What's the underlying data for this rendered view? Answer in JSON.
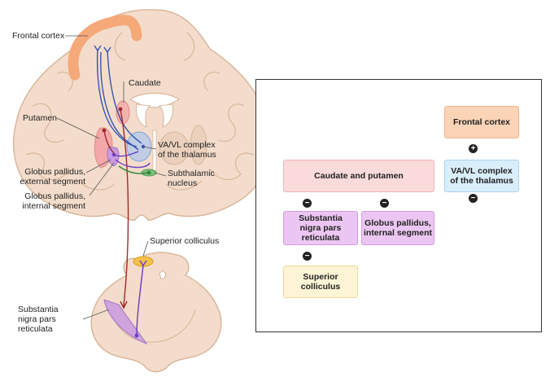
{
  "illustration": {
    "labels": {
      "frontal_cortex": "Frontal cortex",
      "caudate": "Caudate",
      "putamen": "Putamen",
      "va_vl_line1": "VA/VL complex",
      "va_vl_line2": "of the thalamus",
      "gp_ext_line1": "Globus pallidus,",
      "gp_ext_line2": "external segment",
      "subthalamic_line1": "Subthalamic",
      "subthalamic_line2": "nucleus",
      "gp_int_line1": "Globus pallidus,",
      "gp_int_line2": "internal segment",
      "superior_colliculus": "Superior colliculus",
      "snr_line1": "Substantia",
      "snr_line2": "nigra pars",
      "snr_line3": "reticulata"
    },
    "colors": {
      "brain_fill": "#f3dccb",
      "brain_stroke": "#d9b79c",
      "cortex": "#f5a878",
      "thalamus": "#aac6ee",
      "striatum": "#f2a8a8",
      "pallidus": "#c89ae0",
      "subthalamic": "#7fc07f",
      "colliculus": "#f4c04a",
      "snr": "#c89ae0",
      "blue_path": "#3454b4",
      "red_path": "#a12a2a",
      "purple_path": "#6a3cc0",
      "green_path": "#2f8a3a"
    }
  },
  "flowchart": {
    "boxes": {
      "frontal_cortex": "Frontal cortex",
      "caudate_putamen": "Caudate and putamen",
      "va_vl_line1": "VA/VL complex",
      "va_vl_line2": "of the thalamus",
      "snr_line1": "Substantia",
      "snr_line2": "nigra pars",
      "snr_line3": "reticulata",
      "gpi_line1": "Globus pallidus,",
      "gpi_line2": "internal segment",
      "sc_line1": "Superior",
      "sc_line2": "colliculus"
    },
    "signs": {
      "excitatory": "+",
      "inhibitory": "−"
    },
    "arrow_colors": {
      "from_striatum": "#e8a0a4",
      "from_pallidus": "#c77fd8",
      "to_cortex": "#a9c7e0"
    }
  }
}
